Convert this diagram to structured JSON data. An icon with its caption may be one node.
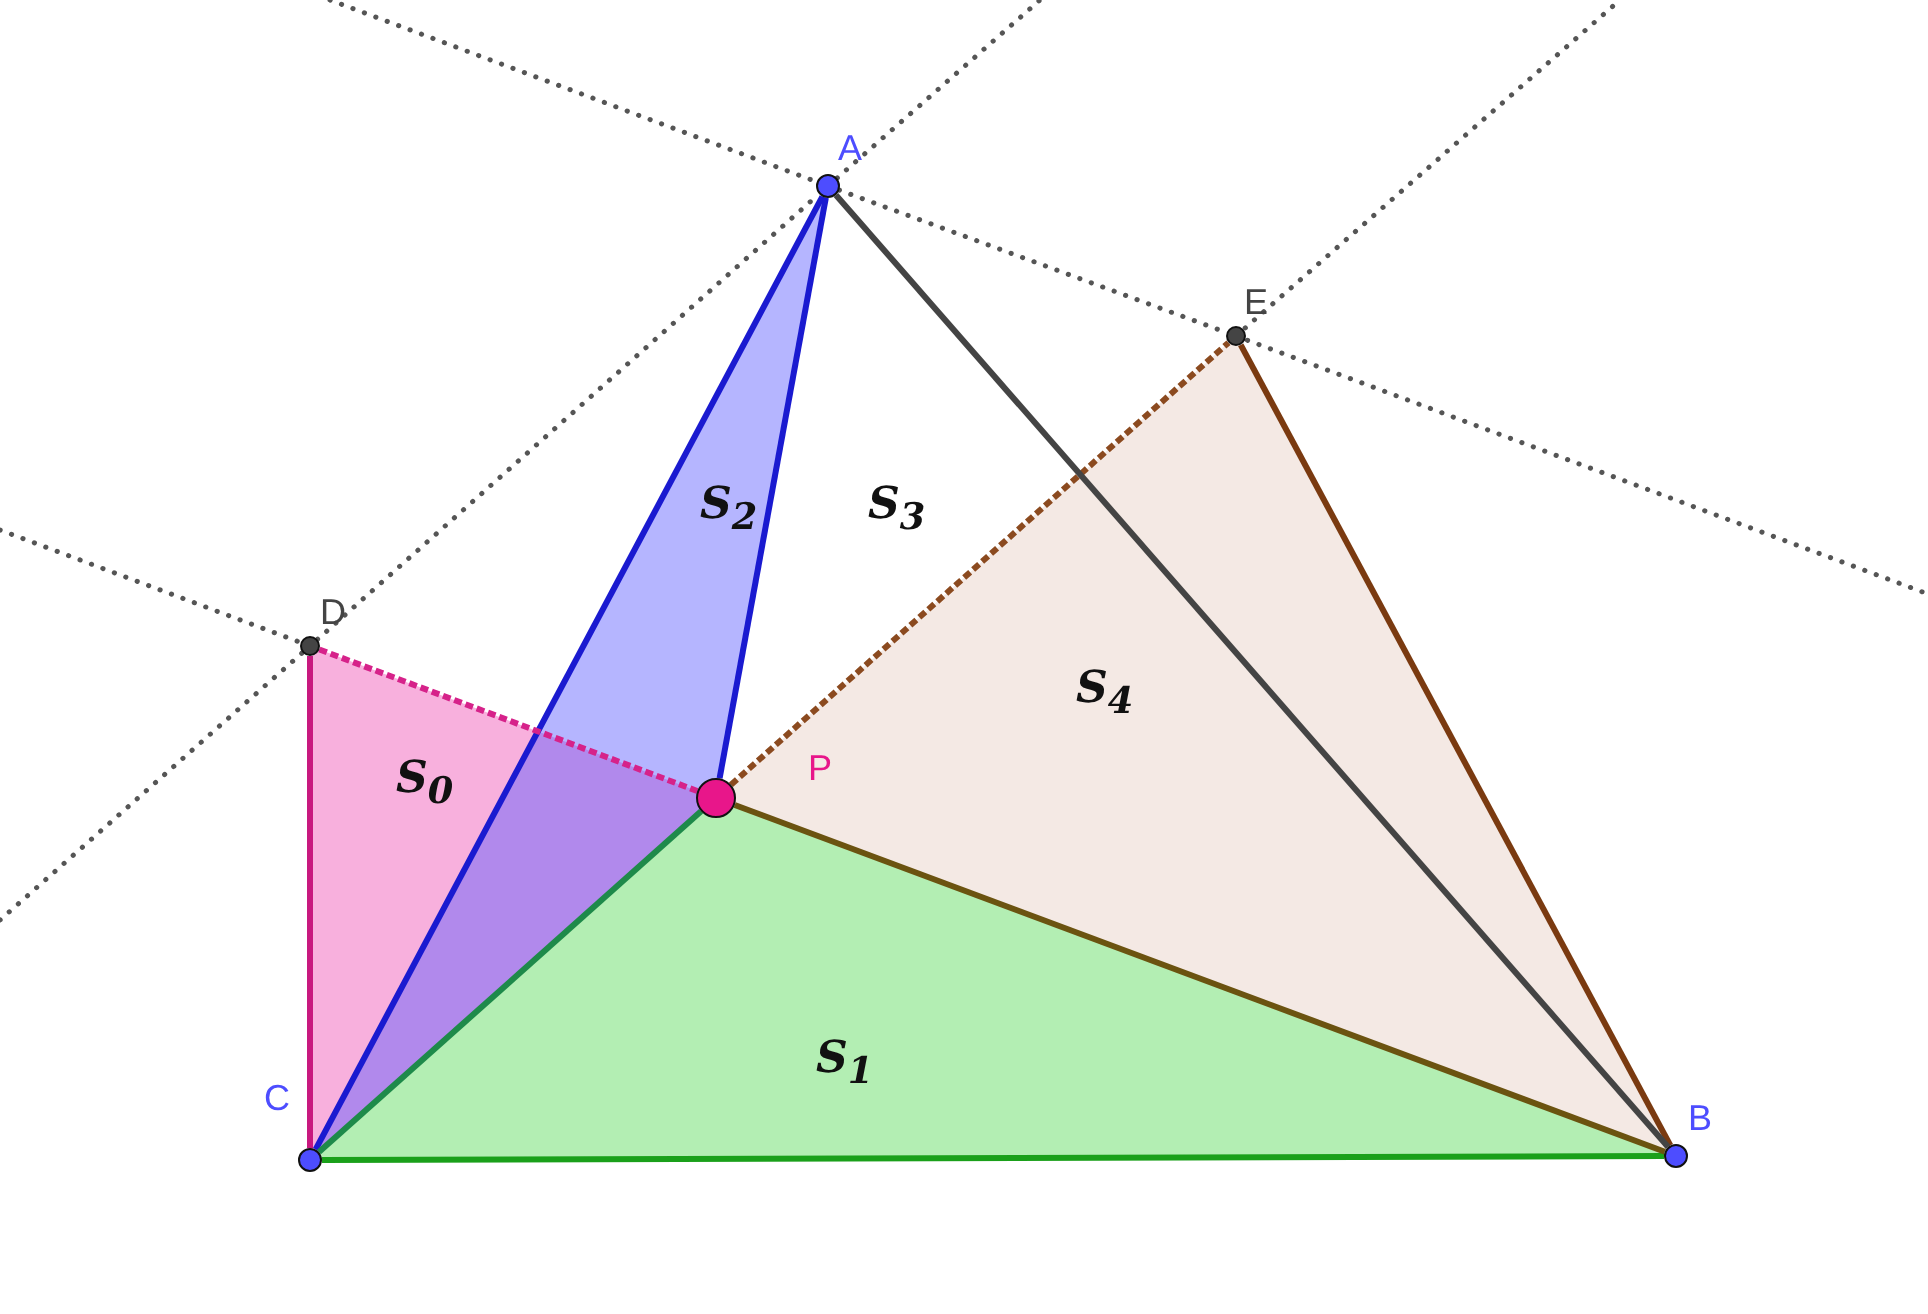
{
  "diagram": {
    "nodes": [
      {
        "text": [
          "A"
        ]
      },
      {
        "text": [
          "E"
        ]
      },
      {
        "text": [
          "D"
        ]
      },
      {
        "text": [
          "P"
        ]
      },
      {
        "text": [
          "C"
        ]
      },
      {
        "text": [
          "B"
        ]
      }
    ],
    "edges": [
      {
        "from": 4,
        "to": 0,
        "arrow": "none",
        "color": "#1a1ad0"
      },
      {
        "from": 0,
        "to": 3,
        "arrow": "none",
        "color": "#1a1ad0"
      },
      {
        "from": 3,
        "to": 4,
        "arrow": "none",
        "color": "#1e8a4a"
      },
      {
        "from": 4,
        "to": 2,
        "arrow": "none",
        "color": "#c8187f"
      },
      {
        "from": 2,
        "to": 3,
        "arrow": "none",
        "style": "dashed",
        "color": "#d6228a"
      },
      {
        "from": 4,
        "to": 5,
        "arrow": "none",
        "color": "#1aa01a"
      },
      {
        "from": 5,
        "to": 3,
        "arrow": "none",
        "color": "#6b5310"
      },
      {
        "from": 3,
        "to": 1,
        "arrow": "none",
        "style": "dashed",
        "color": "#8b4a1f"
      },
      {
        "from": 1,
        "to": 5,
        "arrow": "none",
        "color": "#7a3a10"
      },
      {
        "from": 0,
        "to": 5,
        "arrow": "none",
        "color": "#444444"
      },
      {
        "from": 2,
        "to": 0,
        "arrow": "none",
        "style": "dashed",
        "color": "#555555"
      },
      {
        "from": 0,
        "to": 1,
        "arrow": "none",
        "style": "dashed",
        "color": "#555555"
      }
    ],
    "labels": [
      "S$_{2}$",
      "S$_{3}$",
      "S$_{4}$",
      "S$_{0}$",
      "S$_{1}$"
    ]
  }
}
